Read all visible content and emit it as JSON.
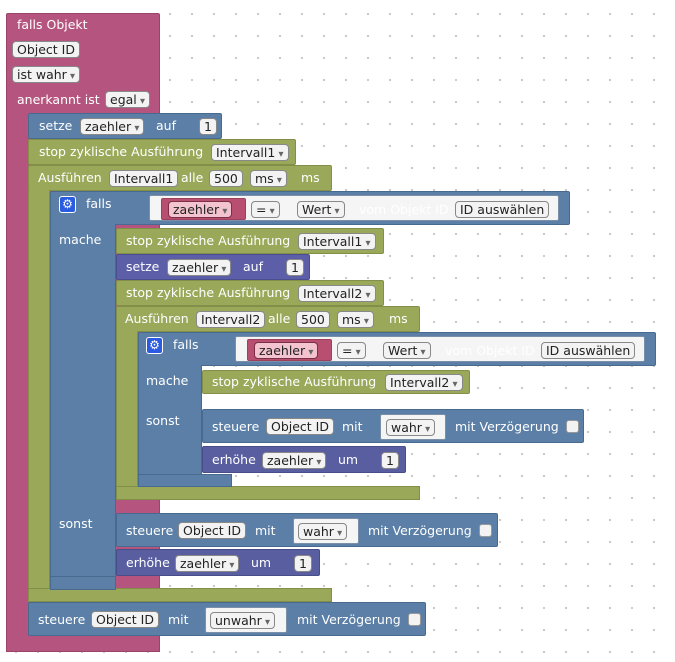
{
  "outer_if": {
    "header": "falls Objekt",
    "object_id": "Object ID",
    "condition": "ist wahr",
    "ack_label": "anerkannt ist",
    "ack_value": "egal"
  },
  "set1": {
    "label": "setze",
    "var": "zaehler",
    "to": "auf",
    "value": "1"
  },
  "stop1": {
    "label": "stop zyklische Ausführung",
    "interval": "Intervall1"
  },
  "run1": {
    "label": "Ausführen",
    "interval": "Intervall1",
    "every": "alle",
    "value": "500",
    "unit": "ms",
    "suffix": "ms"
  },
  "if1": {
    "falls": "falls",
    "var": "zaehler",
    "op": "=",
    "wert": "Wert",
    "vom": "vom Objekt ID",
    "id_select": "ID auswählen",
    "mache": "mache",
    "sonst": "sonst"
  },
  "stop1b": {
    "label": "stop zyklische Ausführung",
    "interval": "Intervall1"
  },
  "set2": {
    "label": "setze",
    "var": "zaehler",
    "to": "auf",
    "value": "1"
  },
  "stop2": {
    "label": "stop zyklische Ausführung",
    "interval": "Intervall2"
  },
  "run2": {
    "label": "Ausführen",
    "interval": "Intervall2",
    "every": "alle",
    "value": "500",
    "unit": "ms",
    "suffix": "ms"
  },
  "if2": {
    "falls": "falls",
    "var": "zaehler",
    "op": "=",
    "wert": "Wert",
    "vom": "vom Objekt ID",
    "id_select": "ID auswählen",
    "mache": "mache",
    "sonst": "sonst"
  },
  "stop2b": {
    "label": "stop zyklische Ausführung",
    "interval": "Intervall2"
  },
  "control_inner": {
    "label": "steuere",
    "object_id": "Object ID",
    "with": "mit",
    "value": "wahr",
    "delay": "mit Verzögerung"
  },
  "inc_inner": {
    "label": "erhöhe",
    "var": "zaehler",
    "by": "um",
    "value": "1"
  },
  "control_mid": {
    "label": "steuere",
    "object_id": "Object ID",
    "with": "mit",
    "value": "wahr",
    "delay": "mit Verzögerung"
  },
  "inc_mid": {
    "label": "erhöhe",
    "var": "zaehler",
    "by": "um",
    "value": "1"
  },
  "control_outer": {
    "label": "steuere",
    "object_id": "Object ID",
    "with": "mit",
    "value": "unwahr",
    "delay": "mit Verzögerung"
  },
  "colors": {
    "event": "#b5557f",
    "timer": "#9aa85a",
    "logic": "#5b7fa6",
    "variable": "#5c5fa8",
    "var_pill": "#b84f71",
    "gear": "#2a5be0"
  }
}
